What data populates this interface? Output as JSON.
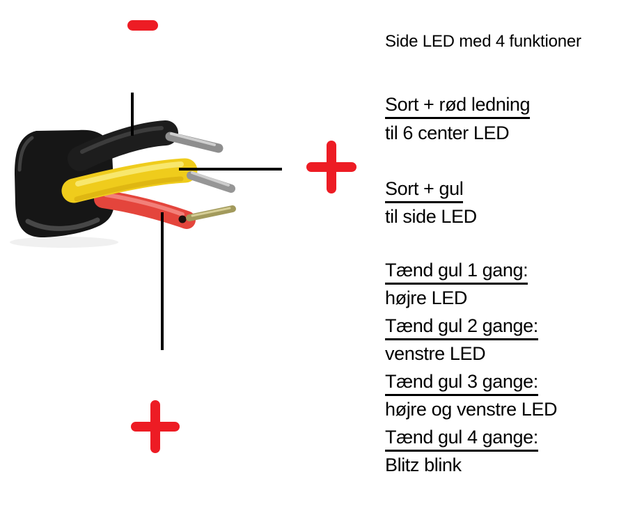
{
  "title": "Side LED med 4 funktioner",
  "polarity": {
    "minus_symbol": "-",
    "plus_symbol": "+",
    "symbol_color": "#ed1c24"
  },
  "photo": {
    "name": "led-cable-connector-photo",
    "parts": {
      "boot": "black-rubber-connector-boot",
      "wires": [
        {
          "name": "black-wire",
          "color": "#1d1d1d",
          "connects_to": "minus"
        },
        {
          "name": "yellow-wire",
          "color": "#efcc1c",
          "connects_to": "plus-center"
        },
        {
          "name": "red-wire",
          "color": "#e4453c",
          "connects_to": "plus-bottom"
        }
      ],
      "tip_color": "#8e8e8e"
    }
  },
  "colors": {
    "text": "#000000",
    "annotation_line": "#000000",
    "background": "#ffffff"
  },
  "sections": [
    {
      "heading": "Sort + rød ledning",
      "detail": "til 6 center LED"
    },
    {
      "heading": "Sort + gul",
      "detail": "til side LED"
    }
  ],
  "functions": [
    {
      "heading": "Tænd gul 1 gang:",
      "detail": "højre LED"
    },
    {
      "heading": "Tænd gul 2 gange:",
      "detail": "venstre LED"
    },
    {
      "heading": "Tænd gul 3 gange:",
      "detail": "højre og venstre LED"
    },
    {
      "heading": "Tænd gul 4 gange:",
      "detail": "Blitz blink"
    }
  ]
}
